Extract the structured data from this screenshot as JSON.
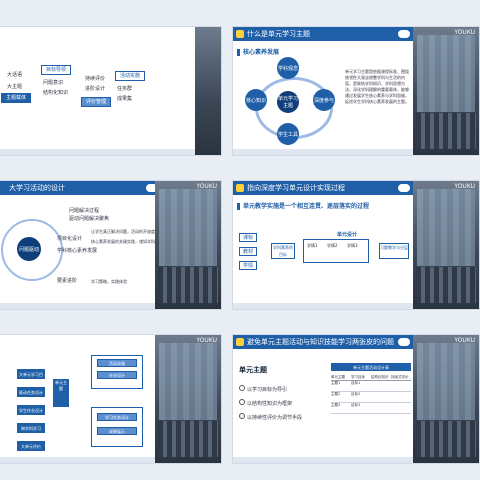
{
  "tile1": {
    "labels": [
      "大话语",
      "大主题",
      "主题载体",
      "目标导领",
      "问题意识",
      "结构化知识",
      "持续评价",
      "进阶设计",
      "评价管理",
      "活动实施",
      "任务群",
      "成果集"
    ]
  },
  "tile2": {
    "title": "什么是单元学习主题",
    "subtitle": "核心素养发展",
    "nodes": [
      "学科观念",
      "核心知识",
      "单元学习主题",
      "深度参与",
      "学生工具"
    ],
    "description": "单元学习主题是依据课程标准、围绕统领性大观念统整学科与生活的内容，是联结学科知识、学科思想方法、深化学科理解的重要载体，能够通过发展学生核心素养与学科思维，促进学生学科核心素养发展的主题。"
  },
  "tile3": {
    "title": "大学习活动的设计",
    "center": "问题驱动",
    "labels": [
      "问题解决过程",
      "驱动问题解决聚焦",
      "项目化设计",
      "学科核心素养发展",
      "要素进阶"
    ],
    "bullets": [
      "让学生真正解决问题，活动的开放度",
      "核心素养发展的关键实践，诸如学科实践与学科活动",
      "学习策略，实践体验"
    ]
  },
  "tile4": {
    "title": "指向深度学习单元设计实现过程",
    "subtitle": "单元教学实施是一个相互连贯、逐层落实的过程",
    "left": [
      "课标",
      "教材",
      "学情"
    ],
    "center": "学科素养的目标",
    "unit": "单元设计",
    "right": "习题教学与分层",
    "items": [
      "学情1",
      "学情2",
      "学情3"
    ]
  },
  "tile5": {
    "labels": [
      "大单元学习目标",
      "驱动任务设计",
      "学生作业设计",
      "跨学科学习",
      "大单元评价",
      "单元主题",
      "活动实施",
      "作业设计",
      "学习任务设计",
      "成果展示"
    ]
  },
  "tile6": {
    "title": "避免单元主题活动与知识技能学习两张皮的问题",
    "heading": "单元主题",
    "options": [
      "以学习目标为导引",
      "以结构性知识为框架",
      "以持续性评价为调节手段"
    ],
    "table_caption": "单元主题活动设计表",
    "table_header": [
      "单元主题",
      "学习目标",
      "结构化知识",
      "持续式评价"
    ],
    "table_rows": [
      [
        "主题1",
        "目标1",
        "",
        ""
      ],
      [
        "主题2",
        "目标2",
        "",
        ""
      ],
      [
        "主题3",
        "目标3",
        "",
        ""
      ]
    ]
  },
  "watermark": "YOUKU"
}
